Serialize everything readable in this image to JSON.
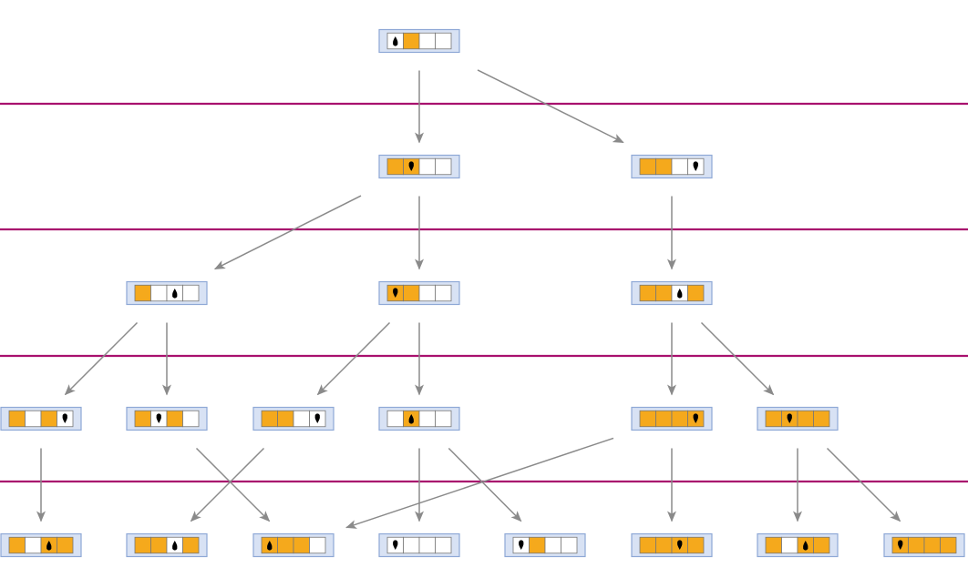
{
  "colors": {
    "filled": "#F5A91C",
    "empty": "#FFFFFF",
    "cell_border": "#777777",
    "state_bg": "#D8E2F4",
    "state_border": "#8EA8D6",
    "edge": "#8A8A8A",
    "separator": "#A8106E",
    "head": "#000000"
  },
  "rows": [
    {
      "states": [
        {
          "id": "s0",
          "cells": [
            0,
            1,
            0,
            0
          ],
          "head": {
            "pos": 0,
            "dir": "up"
          }
        }
      ]
    },
    {
      "states": [
        {
          "id": "s1",
          "cells": [
            1,
            1,
            0,
            0
          ],
          "head": {
            "pos": 1,
            "dir": "down"
          }
        },
        {
          "id": "s2",
          "cells": [
            1,
            1,
            0,
            0
          ],
          "head": {
            "pos": 3,
            "dir": "down"
          }
        }
      ]
    },
    {
      "states": [
        {
          "id": "s3",
          "cells": [
            1,
            0,
            0,
            0
          ],
          "head": {
            "pos": 2,
            "dir": "up"
          }
        },
        {
          "id": "s4",
          "cells": [
            1,
            1,
            0,
            0
          ],
          "head": {
            "pos": 0,
            "dir": "down"
          }
        },
        {
          "id": "s5",
          "cells": [
            1,
            1,
            0,
            1
          ],
          "head": {
            "pos": 2,
            "dir": "up"
          }
        }
      ]
    },
    {
      "states": [
        {
          "id": "s6",
          "cells": [
            1,
            0,
            1,
            0
          ],
          "head": {
            "pos": 3,
            "dir": "down"
          }
        },
        {
          "id": "s7",
          "cells": [
            1,
            0,
            1,
            0
          ],
          "head": {
            "pos": 1,
            "dir": "down"
          }
        },
        {
          "id": "s8",
          "cells": [
            1,
            1,
            0,
            0
          ],
          "head": {
            "pos": 3,
            "dir": "down"
          }
        },
        {
          "id": "s9",
          "cells": [
            0,
            1,
            0,
            0
          ],
          "head": {
            "pos": 1,
            "dir": "up"
          }
        },
        {
          "id": "s10",
          "cells": [
            1,
            1,
            1,
            1
          ],
          "head": {
            "pos": 3,
            "dir": "down"
          }
        },
        {
          "id": "s11",
          "cells": [
            1,
            1,
            1,
            1
          ],
          "head": {
            "pos": 1,
            "dir": "down"
          }
        }
      ]
    },
    {
      "states": [
        {
          "id": "s12",
          "cells": [
            1,
            0,
            1,
            1
          ],
          "head": {
            "pos": 2,
            "dir": "up"
          }
        },
        {
          "id": "s13",
          "cells": [
            1,
            1,
            0,
            1
          ],
          "head": {
            "pos": 2,
            "dir": "up"
          }
        },
        {
          "id": "s14",
          "cells": [
            1,
            1,
            1,
            0
          ],
          "head": {
            "pos": 0,
            "dir": "up"
          }
        },
        {
          "id": "s15",
          "cells": [
            0,
            0,
            0,
            0
          ],
          "head": {
            "pos": 0,
            "dir": "down"
          }
        },
        {
          "id": "s16",
          "cells": [
            0,
            1,
            0,
            0
          ],
          "head": {
            "pos": 0,
            "dir": "down"
          }
        },
        {
          "id": "s17",
          "cells": [
            1,
            1,
            1,
            1
          ],
          "head": {
            "pos": 2,
            "dir": "down"
          }
        },
        {
          "id": "s18",
          "cells": [
            1,
            0,
            1,
            1
          ],
          "head": {
            "pos": 2,
            "dir": "up"
          }
        },
        {
          "id": "s19",
          "cells": [
            1,
            1,
            1,
            1
          ],
          "head": {
            "pos": 0,
            "dir": "down"
          }
        }
      ]
    }
  ],
  "edges": [
    {
      "from": "s0",
      "to": "s1"
    },
    {
      "from": "s0",
      "to": "s2"
    },
    {
      "from": "s1",
      "to": "s3"
    },
    {
      "from": "s1",
      "to": "s4"
    },
    {
      "from": "s2",
      "to": "s5"
    },
    {
      "from": "s3",
      "to": "s6"
    },
    {
      "from": "s3",
      "to": "s7"
    },
    {
      "from": "s4",
      "to": "s8"
    },
    {
      "from": "s4",
      "to": "s9"
    },
    {
      "from": "s5",
      "to": "s10"
    },
    {
      "from": "s5",
      "to": "s11"
    },
    {
      "from": "s6",
      "to": "s12"
    },
    {
      "from": "s7",
      "to": "s14"
    },
    {
      "from": "s8",
      "to": "s13"
    },
    {
      "from": "s9",
      "to": "s15"
    },
    {
      "from": "s9",
      "to": "s16"
    },
    {
      "from": "s10",
      "to": "s14"
    },
    {
      "from": "s10",
      "to": "s17"
    },
    {
      "from": "s11",
      "to": "s18"
    },
    {
      "from": "s11",
      "to": "s19"
    }
  ]
}
